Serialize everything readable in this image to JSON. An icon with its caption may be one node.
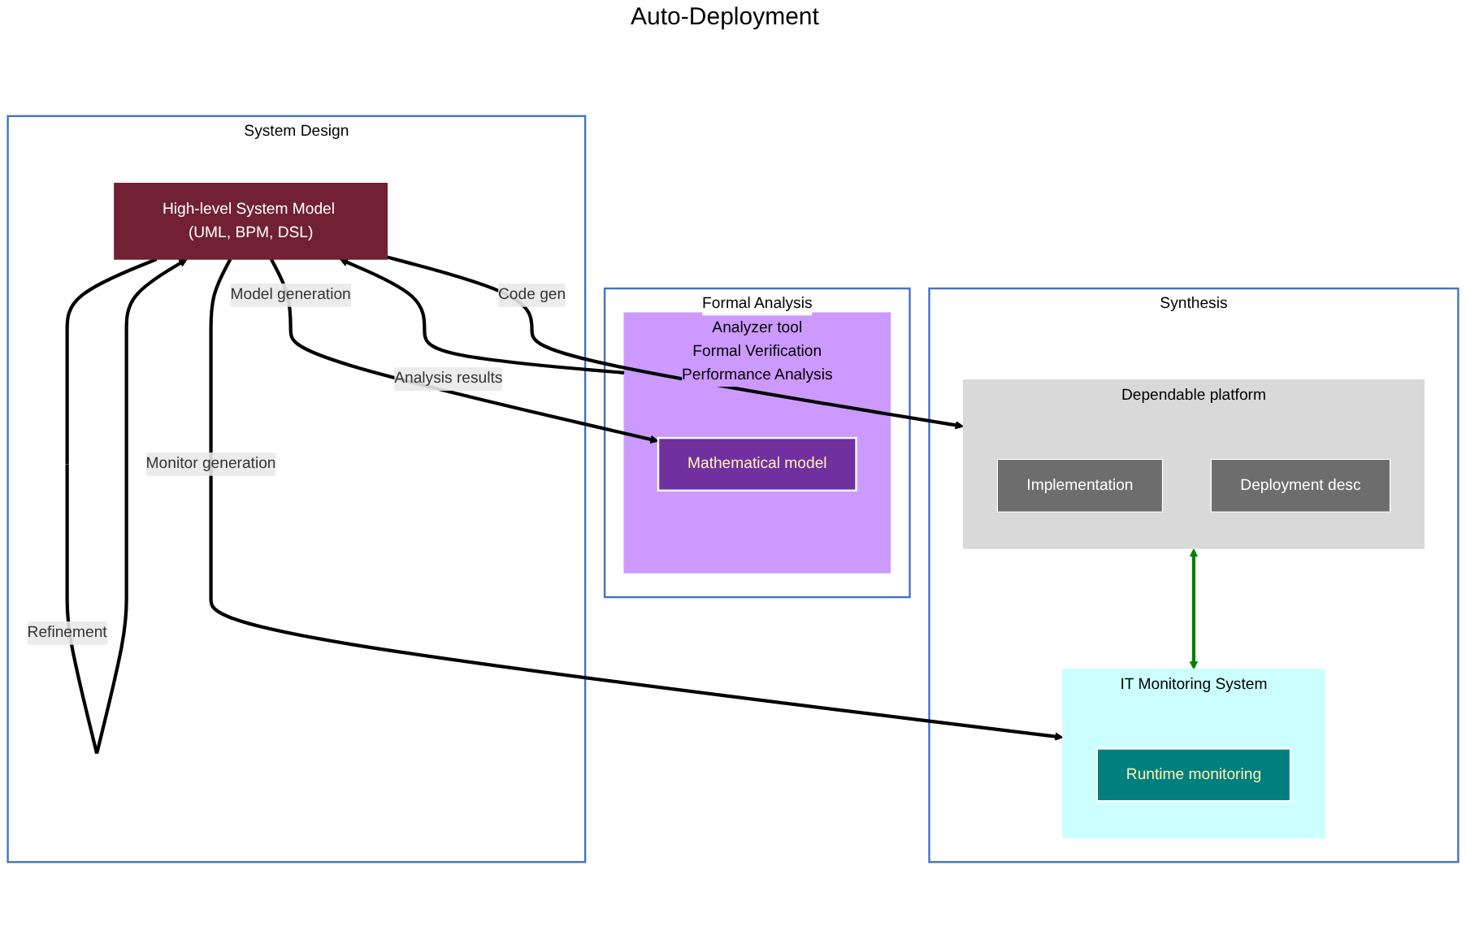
{
  "diagram": {
    "nodes": [
      {
        "text": [
          "System Design"
        ]
      },
      {
        "text": [
          "High-level System Model (UML, BPM, DSL)"
        ],
        "in": 0
      },
      {
        "text": [
          "Formal Analysis"
        ]
      },
      {
        "text": [
          "Analyzer tool"
        ],
        "in": 2,
        "beside": [
          "Formal Verification",
          "Performance Analysis"
        ]
      },
      {
        "text": [
          "Mathematical model"
        ],
        "in": 3
      },
      {
        "text": [
          "Synthesis"
        ]
      },
      {
        "text": [
          "Dependable platform"
        ],
        "in": 5
      },
      {
        "text": [
          "Implementation"
        ],
        "in": 6
      },
      {
        "text": [
          "Deployment desc"
        ],
        "in": 6
      },
      {
        "text": [
          "IT Monitoring System"
        ],
        "in": 5
      },
      {
        "text": [
          "Runtime monitoring"
        ],
        "in": 9
      }
    ],
    "edges": [
      {
        "from": 1,
        "to": 4,
        "arrow": "to",
        "label": "Model generation"
      },
      {
        "from": 3,
        "to": 1,
        "arrow": "to",
        "label": "Analysis results"
      },
      {
        "from": 1,
        "to": 1,
        "arrow": "to",
        "label": "Refinement"
      },
      {
        "from": 1,
        "to": 6,
        "arrow": "to",
        "label": "Code gen"
      },
      {
        "from": 1,
        "to": 9,
        "arrow": "to",
        "label": "Monitor generation"
      },
      {
        "from": 6,
        "to": 9,
        "arrow": "both",
        "color": "#008000"
      }
    ],
    "labels": [
      "Auto-Deployment"
    ]
  }
}
